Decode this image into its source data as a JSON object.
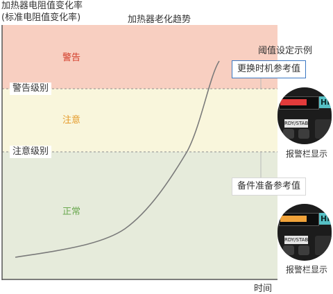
{
  "y_axis": {
    "line1": "加热器电阻值变化率",
    "line2": "(标准电阻值变化率)"
  },
  "x_axis": {
    "label": "时间"
  },
  "title": "加热器老化趋势",
  "zones": {
    "warning": {
      "label": "警告",
      "color": "#f8cfc1",
      "label_color": "#d23a26"
    },
    "caution": {
      "label": "注意",
      "color": "#f9f6dc",
      "label_color": "#e59a2a"
    },
    "normal": {
      "label": "正常",
      "color": "#e6ebdb",
      "label_color": "#6aa84f"
    }
  },
  "levels": {
    "warning": "警告级别",
    "caution": "注意级别"
  },
  "threshold_example": "阈值设定示例",
  "callouts": {
    "replace": "更换时机参考值",
    "spare": "备件准备参考值"
  },
  "devices": [
    {
      "bar_color": "#e23b3b",
      "badge": "HM",
      "button": "RDY/STAB",
      "caption": "报警栏显示"
    },
    {
      "bar_color": "#f1a33a",
      "badge": "HM",
      "button": "RDY/STAB",
      "caption": "报警栏显示"
    }
  ],
  "colors": {
    "curve": "#7a7a7a",
    "axis": "#555555",
    "dash": "#8c8c8c",
    "callout_border": "#3a77c2"
  }
}
